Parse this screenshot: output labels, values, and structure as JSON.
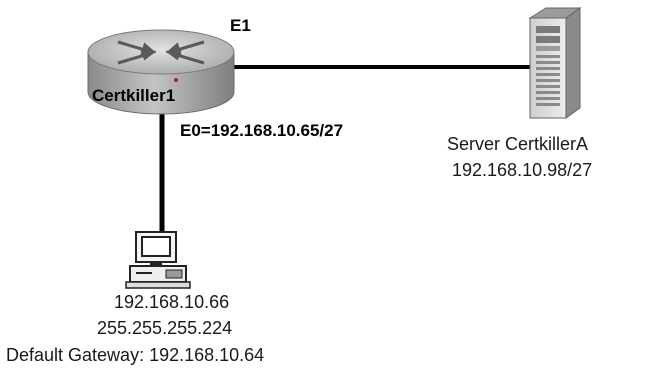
{
  "router": {
    "name": "Certkiller1",
    "e1_label": "E1",
    "e0_label": "E0=192.168.10.65/27"
  },
  "server": {
    "name": "Server CertkillerA",
    "ip": "192.168.10.98/27"
  },
  "pc": {
    "ip": "192.168.10.66",
    "mask": "255.255.255.224",
    "gateway": "Default Gateway: 192.168.10.64"
  },
  "colors": {
    "link": "#000000",
    "router_body": "#a8a8a8",
    "router_top": "#c8c8c8",
    "server_body": "#d4d4d4"
  }
}
